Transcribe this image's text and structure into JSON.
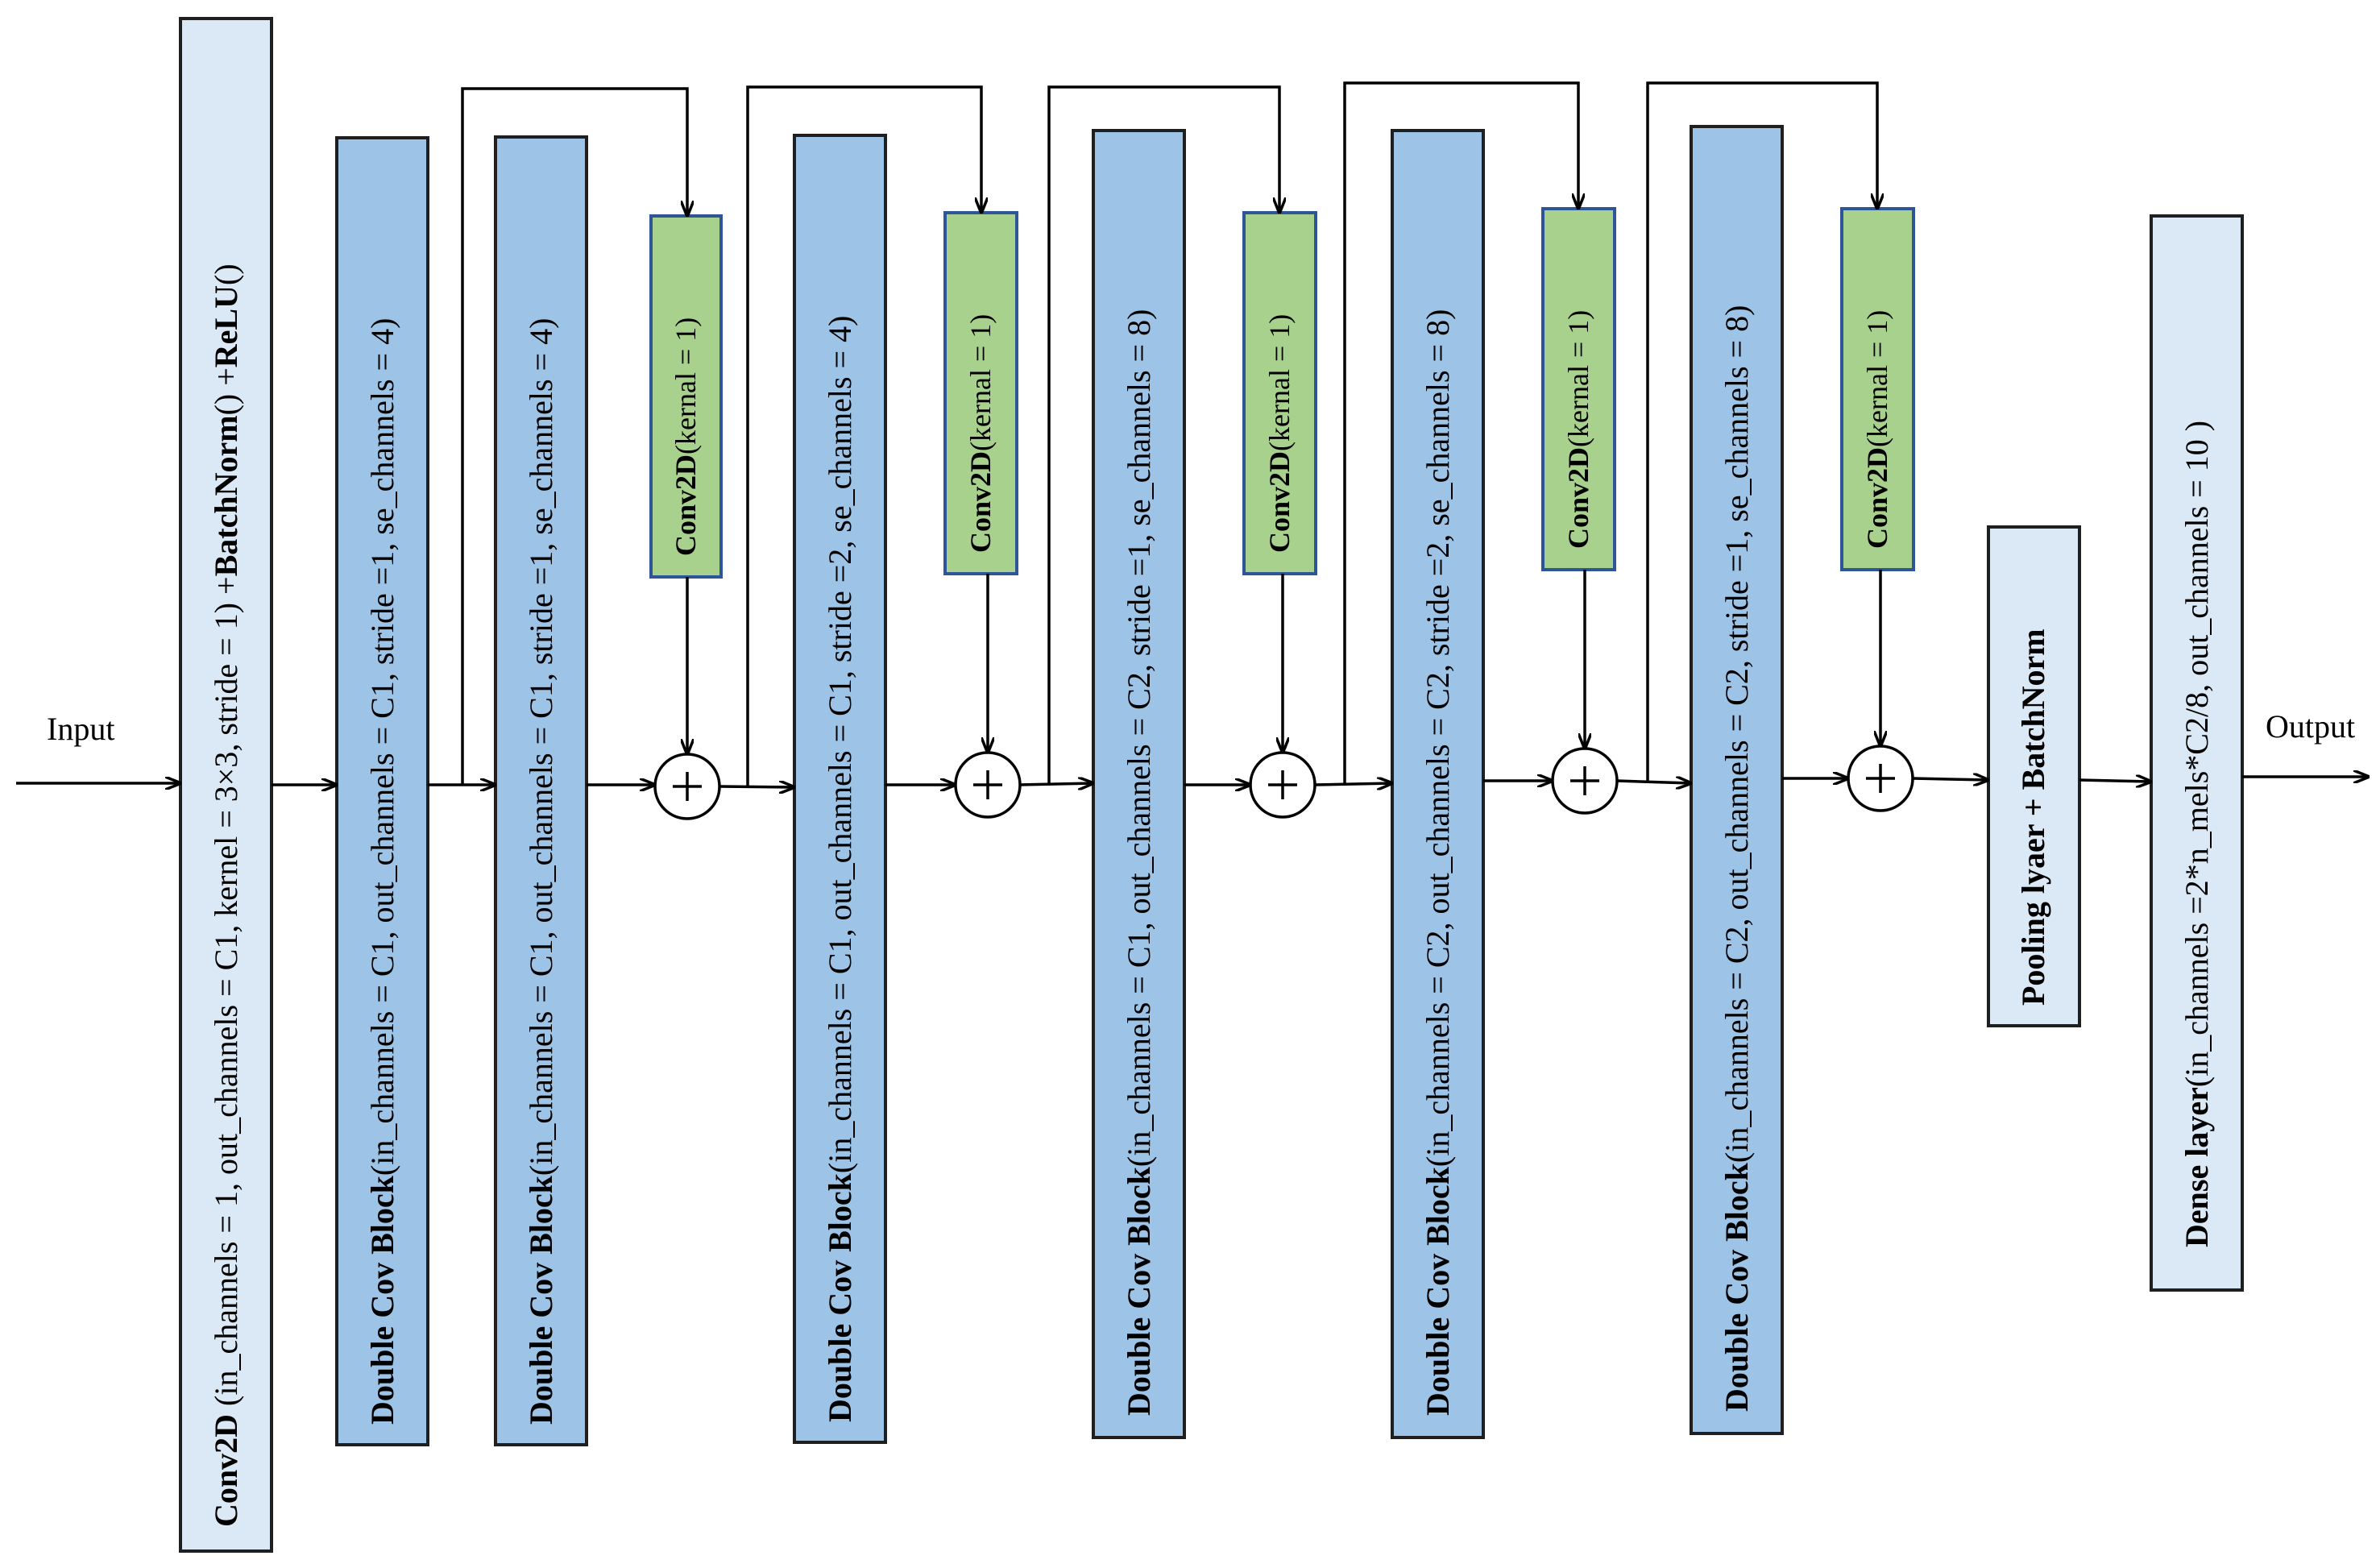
{
  "labels": {
    "input": "Input",
    "output": "Output"
  },
  "blocks": {
    "conv": {
      "bold": "Conv2D",
      "params": " (in_channels = 1, out_channels = C1, kernel = 3×3, stride = 1) +",
      "bold2": "BatchNorm",
      "mid": "() +",
      "bold3": "ReLU",
      "tail": "()"
    },
    "dcb1": {
      "bold": "Double Cov Block",
      "params": "(in_channels = C1, out_channels = C1, stride =1, se_channels = 4)"
    },
    "dcb2": {
      "bold": "Double Cov Block",
      "params": "(in_channels = C1, out_channels = C1, stride =1, se_channels = 4)"
    },
    "dcb3": {
      "bold": "Double Cov Block",
      "params": "(in_channels = C1, out_channels = C1, stride =2, se_channels = 4)"
    },
    "dcb4": {
      "bold": "Double Cov Block",
      "params": "(in_channels = C1, out_channels = C2, stride =1, se_channels = 8)"
    },
    "dcb5": {
      "bold": "Double Cov Block",
      "params": "(in_channels = C2, out_channels = C2, stride =2, se_channels = 8)"
    },
    "dcb6": {
      "bold": "Double Cov Block",
      "params": "(in_channels = C2, out_channels = C2, stride =1, se_channels = 8)"
    },
    "k1": {
      "bold": "Conv2D",
      "params": "(kernal = 1)"
    },
    "pool": {
      "bold": "Pooling lyaer + BatchNorm"
    },
    "dense": {
      "bold": "Dense layer",
      "params": "(in_channels =2*n_mels*C2/8, out_channels = 10 )"
    }
  },
  "adder_symbol": "+",
  "colors": {
    "conv_fill": "#dbe8f5",
    "dcb_fill": "#9dc3e6",
    "k1_fill": "#a9d18e",
    "k1_border": "#2e5597"
  }
}
